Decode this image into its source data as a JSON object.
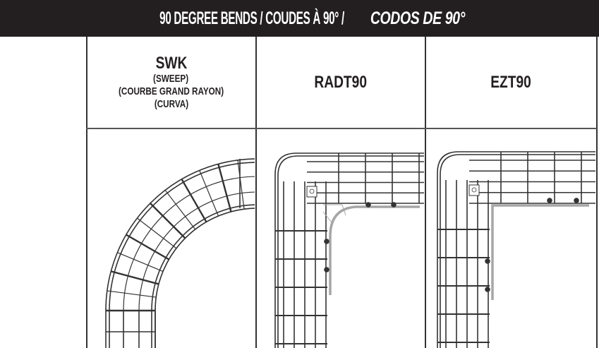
{
  "title": {
    "main": "90 DEGREE BENDS / COUDES À 90° / ",
    "italic": "CODOS DE 90°"
  },
  "columns": [
    {
      "name": "SWK",
      "sub": [
        "(SWEEP)",
        "(COURBE GRAND RAYON)",
        "(CURVA)"
      ]
    },
    {
      "name": "RADT90"
    },
    {
      "name": "EZT90"
    }
  ],
  "colors": {
    "banner": "#231f20",
    "wire": "#333333",
    "plate": "#a6a6a6"
  }
}
